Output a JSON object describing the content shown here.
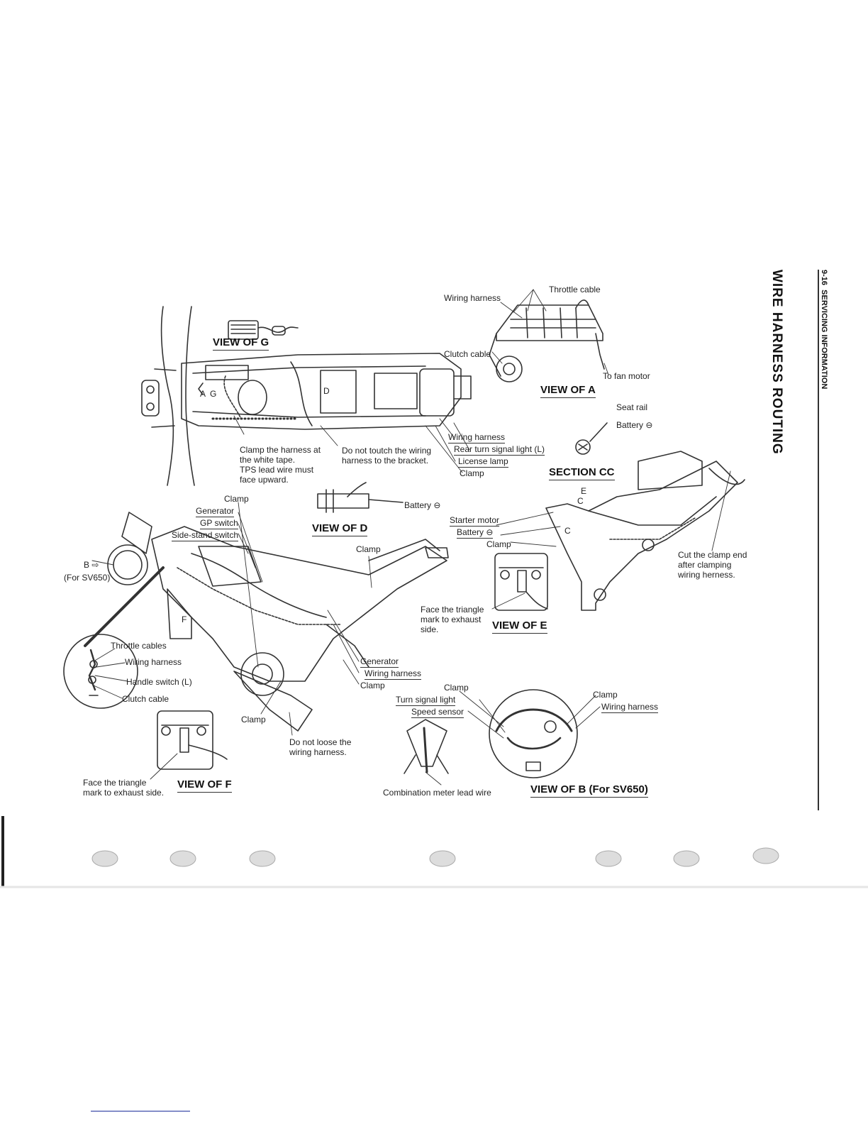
{
  "header": {
    "page_number": "9-16",
    "section": "SERVICING INFORMATION",
    "title": "WIRE HARNESS ROUTING"
  },
  "views": {
    "g": "VIEW OF G",
    "a": "VIEW OF A",
    "cc": "SECTION CC",
    "d": "VIEW OF D",
    "e": "VIEW OF E",
    "f": "VIEW OF F",
    "b": "VIEW OF B (For SV650)"
  },
  "top_view": {
    "letter_a": "A",
    "letter_g": "G",
    "letter_d": "D",
    "clamp_note": [
      "Clamp the harness at",
      "the white tape.",
      "TPS lead wire must",
      "face upward."
    ],
    "bracket_note": [
      "Do not toutch the wiring",
      "harness to the bracket."
    ],
    "right_labels": [
      "Wiring harness",
      "Rear turn signal light (L)",
      "License lamp",
      "Clamp"
    ]
  },
  "view_a": {
    "wiring_harness": "Wiring harness",
    "throttle_cable": "Throttle cable",
    "clutch_cable": "Clutch cable",
    "to_fan_motor": "To fan motor"
  },
  "section_cc": {
    "seat_rail": "Seat rail",
    "battery": "Battery ⊖"
  },
  "view_d": {
    "battery": "Battery ⊖"
  },
  "side_view": {
    "top_labels": [
      "Clamp",
      "Generator",
      "GP switch",
      "Side-stand switch"
    ],
    "b_arrow": "B ⇨",
    "for_sv650": "(For SV650)",
    "clamp_frame": "Clamp",
    "clamp_bottom": "Clamp",
    "do_not_loose": [
      "Do not loose the",
      "wiring harness."
    ],
    "lower_labels": [
      "Generator",
      "Wiring harness",
      "Clamp"
    ],
    "letter_f": "F"
  },
  "handlebar_detail": [
    "Throttle cables",
    "Wiring harness",
    "Handle switch (L)",
    "Clutch cable"
  ],
  "rear_frame": {
    "e": "E",
    "c_top": "C",
    "c_side": "C",
    "labels": [
      "Starter motor",
      "Battery ⊖",
      "Clamp"
    ],
    "cut_note": [
      "Cut the clamp end",
      "after clamping",
      "wiring herness."
    ]
  },
  "view_e": {
    "note": [
      "Face the triangle",
      "mark to exhaust",
      "side."
    ]
  },
  "view_f": {
    "note": [
      "Face the triangle",
      "mark to exhaust side."
    ]
  },
  "headlight": {
    "clamp_left": "Clamp",
    "turn_signal": "Turn signal light",
    "speed_sensor": "Speed sensor",
    "clamp_right": "Clamp",
    "wiring_harness": "Wiring harness",
    "meter_lead": "Combination meter lead wire"
  }
}
